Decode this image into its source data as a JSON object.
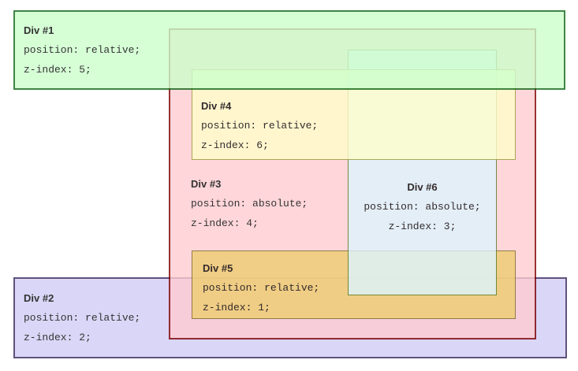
{
  "page_background": "#ffffff",
  "box_opacity": 0.8,
  "boxes": [
    {
      "name": "Div #1",
      "css_lines": [
        "position: relative;",
        "z-index: 5;"
      ],
      "background": "#ccffcc",
      "border_color": "#116618",
      "text_color": "#000000"
    },
    {
      "name": "Div #2",
      "css_lines": [
        "position: relative;",
        "z-index: 2;"
      ],
      "background": "#d2ccf6",
      "border_color": "#38265e",
      "text_color": "#000000"
    },
    {
      "name": "Div #3",
      "css_lines": [
        "position: absolute;",
        "z-index: 4;"
      ],
      "background": "#ffccd2",
      "border_color": "#800000",
      "text_color": "#000000"
    },
    {
      "name": "Div #4",
      "css_lines": [
        "position: relative;",
        "z-index: 6;"
      ],
      "background": "#ffffcc",
      "border_color": "#999933",
      "text_color": "#000000"
    },
    {
      "name": "Div #5",
      "css_lines": [
        "position: relative;",
        "z-index: 1;"
      ],
      "background": "#eecd70",
      "border_color": "#776622",
      "text_color": "#000000"
    },
    {
      "name": "Div #6",
      "css_lines": [
        "position: absolute;",
        "z-index: 3;"
      ],
      "background": "#ddf4ff",
      "border_color": "#557722",
      "text_color": "#000000"
    }
  ]
}
